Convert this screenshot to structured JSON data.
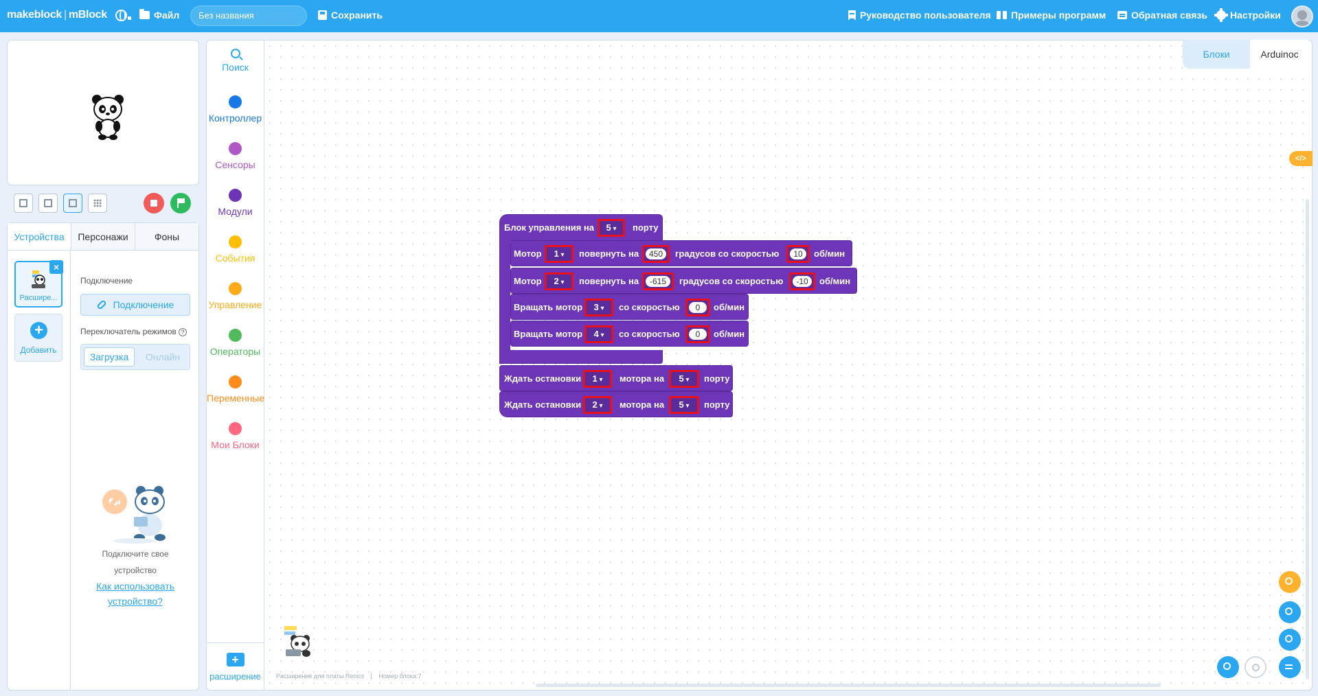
{
  "topbar": {
    "brand": "makeblock",
    "brand_product": "mBlock",
    "file_label": "Файл",
    "project_title": "Без названия",
    "save_label": "Сохранить",
    "guide_label": "Руководство пользователя",
    "examples_label": "Примеры программ",
    "feedback_label": "Обратная связь",
    "settings_label": "Настройки"
  },
  "devices": {
    "tabs": [
      "Устройства",
      "Персонажи",
      "Фоны"
    ],
    "device_card_label": "Расшире...",
    "add_label": "Добавить",
    "connection_heading": "Подключение",
    "connect_button": "Подключение",
    "mode_heading": "Переключатель режимов",
    "mode_upload": "Загрузка",
    "mode_live": "Онлайн",
    "hint_line1": "Подключите свое",
    "hint_line2": "устройство",
    "how_to_line1": "Как использовать",
    "how_to_line2": "устройство?"
  },
  "categories": [
    {
      "label": "Поиск",
      "color": "#2aa7f0"
    },
    {
      "label": "Контроллер",
      "color": "#1779e8"
    },
    {
      "label": "Сенсоры",
      "color": "#b057c6"
    },
    {
      "label": "Модули",
      "color": "#6e34b6"
    },
    {
      "label": "События",
      "color": "#ffbf00"
    },
    {
      "label": "Управление",
      "color": "#ffab19"
    },
    {
      "label": "Операторы",
      "color": "#4fbb5a"
    },
    {
      "label": "Переменные",
      "color": "#ff8c1a"
    },
    {
      "label": "Мои Блоки",
      "color": "#ff6680"
    }
  ],
  "extension_label": "расширение",
  "workspace": {
    "tabs": [
      "Блоки",
      "Arduinoc"
    ],
    "code_toggle": "</>",
    "footer_left": "Расширение для платы Renics",
    "footer_right": "Номер блока:7"
  },
  "blocks": {
    "hat": {
      "text_a": "Блок управления на",
      "port": "5",
      "text_b": "порту"
    },
    "motor1": {
      "t1": "Мотор",
      "motor": "1",
      "t2": "повернуть на",
      "deg": "450",
      "t3": "градусов со скоростью",
      "speed": "10",
      "t4": "об/мин"
    },
    "motor2": {
      "t1": "Мотор",
      "motor": "2",
      "t2": "повернуть на",
      "deg": "-615",
      "t3": "градусов со скоростью",
      "speed": "-10",
      "t4": "об/мин"
    },
    "spin3": {
      "t1": "Вращать мотор",
      "motor": "3",
      "t2": "со скоростью",
      "speed": "0",
      "t3": "об/мин"
    },
    "spin4": {
      "t1": "Вращать мотор",
      "motor": "4",
      "t2": "со скоростью",
      "speed": "0",
      "t3": "об/мин"
    },
    "wait1": {
      "t1": "Ждать остановки",
      "motor": "1",
      "t2": "мотора на",
      "port": "5",
      "t3": "порту"
    },
    "wait2": {
      "t1": "Ждать остановки",
      "motor": "2",
      "t2": "мотора на",
      "port": "5",
      "t3": "порту"
    }
  }
}
